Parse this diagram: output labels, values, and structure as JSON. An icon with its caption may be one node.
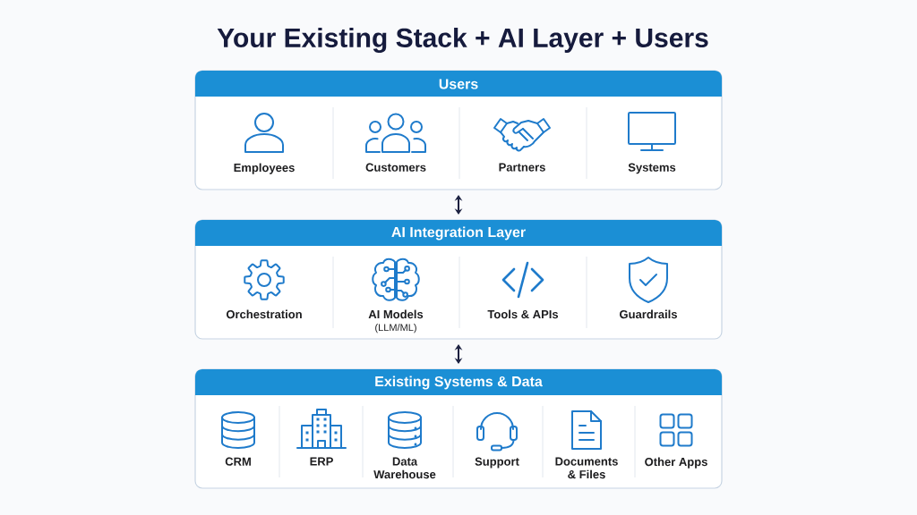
{
  "diagram": {
    "title": "Your Existing Stack + AI Layer + Users",
    "nodes": [
      {
        "text": [
          "Users"
        ]
      },
      {
        "text": [
          "Employees"
        ],
        "in": 0
      },
      {
        "text": [
          "Customers"
        ],
        "in": 0
      },
      {
        "text": [
          "Partners"
        ],
        "in": 0
      },
      {
        "text": [
          "Systems"
        ],
        "in": 0
      },
      {
        "text": [
          "AI Integration Layer"
        ]
      },
      {
        "text": [
          "Orchestration"
        ],
        "in": 5
      },
      {
        "text": [
          "AI Models",
          "(LLM/ML)"
        ],
        "in": 5
      },
      {
        "text": [
          "Tools & APIs"
        ],
        "in": 5
      },
      {
        "text": [
          "Guardrails"
        ],
        "in": 5
      },
      {
        "text": [
          "Existing Systems & Data"
        ]
      },
      {
        "text": [
          "CRM"
        ],
        "in": 10
      },
      {
        "text": [
          "ERP"
        ],
        "in": 10
      },
      {
        "text": [
          "Data Warehouse"
        ],
        "in": 10
      },
      {
        "text": [
          "Support"
        ],
        "in": 10
      },
      {
        "text": [
          "Documents & Files"
        ],
        "in": 10
      },
      {
        "text": [
          "Other Apps"
        ],
        "in": 10
      }
    ],
    "edges": [
      {
        "from": 0,
        "to": 5,
        "arrow": "both"
      },
      {
        "from": 5,
        "to": 10,
        "arrow": "both"
      }
    ]
  }
}
